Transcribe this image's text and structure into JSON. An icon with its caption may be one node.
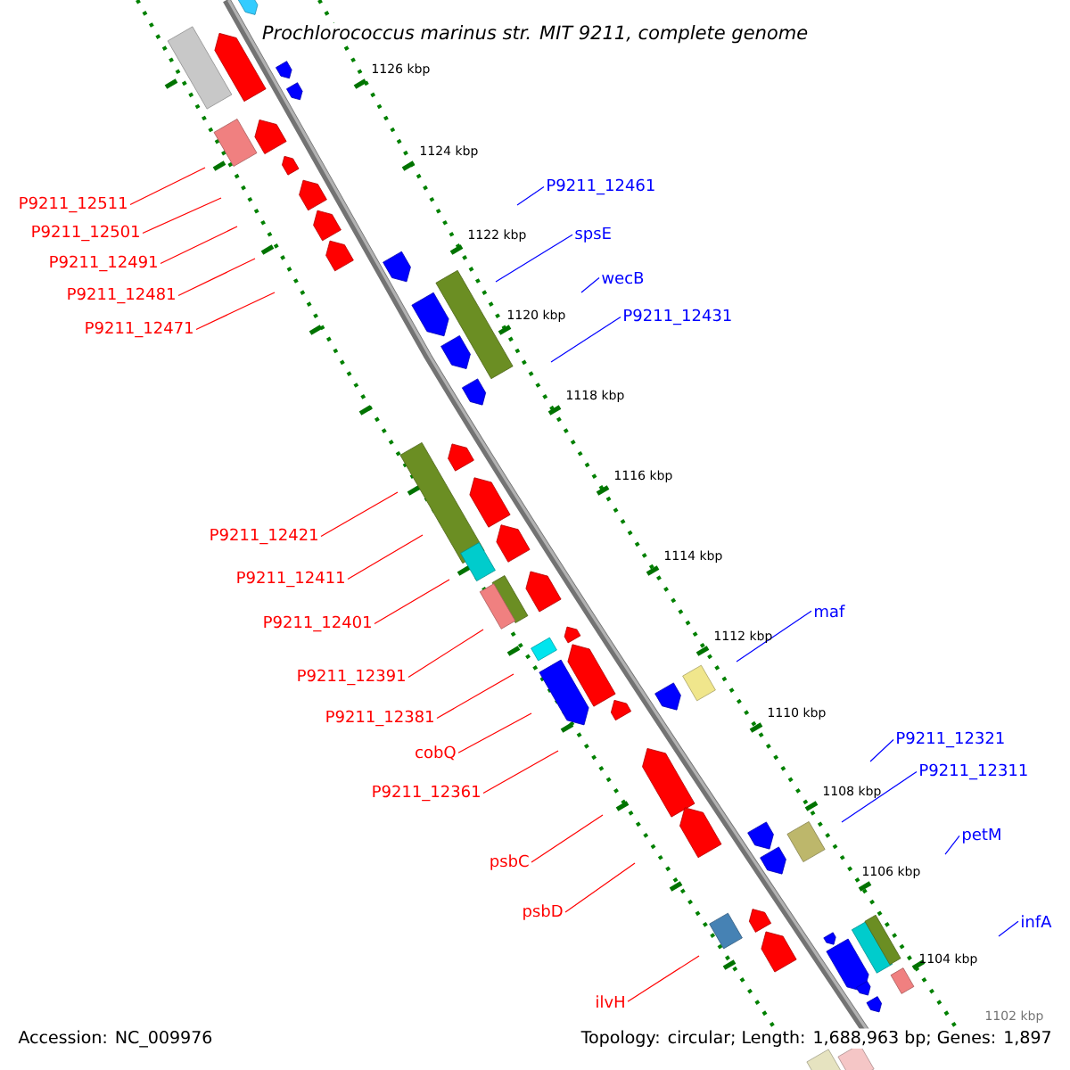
{
  "diagram": {
    "title": "Prochlorococcus marinus str. MIT 9211, complete genome",
    "nodes": [
      {
        "text": [
          "P9211_12511"
        ]
      },
      {
        "text": [
          "P9211_12501"
        ]
      },
      {
        "text": [
          "P9211_12491"
        ]
      },
      {
        "text": [
          "P9211_12481"
        ]
      },
      {
        "text": [
          "P9211_12471"
        ]
      },
      {
        "text": [
          "P9211_12461"
        ]
      },
      {
        "text": [
          "spsE"
        ]
      },
      {
        "text": [
          "wecB"
        ]
      },
      {
        "text": [
          "P9211_12431"
        ]
      },
      {
        "text": [
          "P9211_12421"
        ]
      },
      {
        "text": [
          "P9211_12411"
        ]
      },
      {
        "text": [
          "P9211_12401"
        ]
      },
      {
        "text": [
          "P9211_12391"
        ]
      },
      {
        "text": [
          "maf"
        ]
      },
      {
        "text": [
          "P9211_12381"
        ]
      },
      {
        "text": [
          "cobQ"
        ]
      },
      {
        "text": [
          "P9211_12361"
        ]
      },
      {
        "text": [
          "P9211_12321"
        ]
      },
      {
        "text": [
          "P9211_12311"
        ]
      },
      {
        "text": [
          "psbC"
        ]
      },
      {
        "text": [
          "petM"
        ]
      },
      {
        "text": [
          "psbD"
        ]
      },
      {
        "text": [
          "infA"
        ]
      },
      {
        "text": [
          "ilvH"
        ]
      }
    ],
    "edges": [
      {
        "from": 0,
        "to": null,
        "arrow": "none"
      },
      {
        "from": 1,
        "to": null,
        "arrow": "none"
      },
      {
        "from": 2,
        "to": null,
        "arrow": "none"
      },
      {
        "from": 3,
        "to": null,
        "arrow": "none"
      },
      {
        "from": 4,
        "to": null,
        "arrow": "none"
      },
      {
        "from": 5,
        "to": null,
        "arrow": "none",
        "color": "#0000ff"
      },
      {
        "from": 6,
        "to": null,
        "arrow": "none",
        "color": "#0000ff"
      },
      {
        "from": 7,
        "to": null,
        "arrow": "none",
        "color": "#0000ff"
      },
      {
        "from": 8,
        "to": null,
        "arrow": "none",
        "color": "#0000ff"
      },
      {
        "from": 9,
        "to": null,
        "arrow": "none"
      },
      {
        "from": 10,
        "to": null,
        "arrow": "none"
      },
      {
        "from": 11,
        "to": null,
        "arrow": "none"
      },
      {
        "from": 12,
        "to": null,
        "arrow": "none"
      },
      {
        "from": 13,
        "to": null,
        "arrow": "none",
        "color": "#0000ff"
      },
      {
        "from": 14,
        "to": null,
        "arrow": "none"
      },
      {
        "from": 15,
        "to": null,
        "arrow": "none"
      },
      {
        "from": 16,
        "to": null,
        "arrow": "none"
      },
      {
        "from": 17,
        "to": null,
        "arrow": "none",
        "color": "#0000ff"
      },
      {
        "from": 18,
        "to": null,
        "arrow": "none",
        "color": "#0000ff"
      },
      {
        "from": 19,
        "to": null,
        "arrow": "none"
      },
      {
        "from": 20,
        "to": null,
        "arrow": "none",
        "color": "#0000ff"
      },
      {
        "from": 21,
        "to": null,
        "arrow": "none"
      },
      {
        "from": 22,
        "to": null,
        "arrow": "none",
        "color": "#0000ff"
      },
      {
        "from": 23,
        "to": null,
        "arrow": "none"
      }
    ],
    "labels": [
      "1126 kbp",
      "1124 kbp",
      "1122 kbp",
      "1120 kbp",
      "1118 kbp",
      "1116 kbp",
      "1114 kbp",
      "1112 kbp",
      "1110 kbp",
      "1108 kbp",
      "1106 kbp",
      "1104 kbp",
      "1102 kbp",
      "Accession: NC_009976",
      "Topology: circular; Length: 1,688,963 bp; Genes: 1,897"
    ]
  }
}
